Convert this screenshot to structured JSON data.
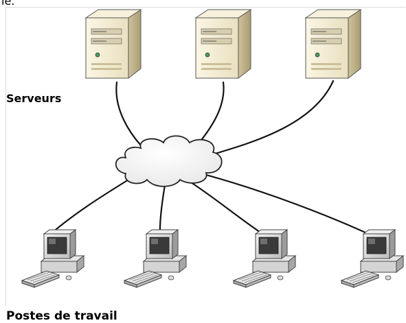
{
  "caption_fragment": "le.",
  "labels": {
    "servers": "Serveurs",
    "workstations": "Postes de travail"
  },
  "nodes": {
    "servers": [
      "server-icon",
      "server-icon",
      "server-icon"
    ],
    "network": "cloud-icon",
    "workstations": [
      "computer-icon",
      "computer-icon",
      "computer-icon",
      "computer-icon"
    ]
  },
  "colors": {
    "server_body": "#f3ecd2",
    "server_shade": "#c9bd95",
    "cloud_fill": "#f2f2f2",
    "line": "#111111",
    "monitor_body": "#dcdcdc",
    "screen": "#3a3a3a"
  }
}
